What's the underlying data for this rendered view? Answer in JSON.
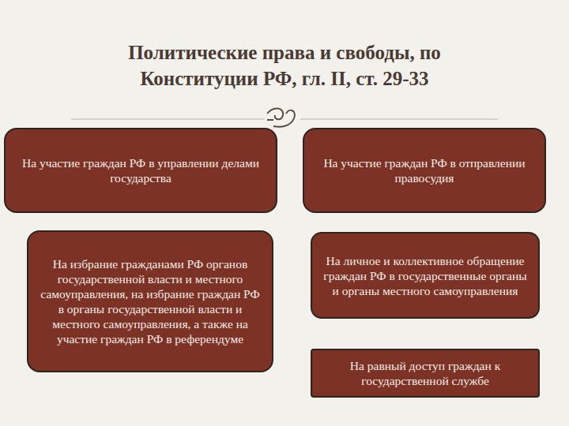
{
  "diagram": {
    "title": "Политические права и свободы, по Конституции РФ, гл. II, ст. 29-33",
    "nodes": [
      {
        "text": [
          "На участие граждан РФ в управлении делами государства"
        ]
      },
      {
        "text": [
          "На участие граждан РФ в отправлении правосудия"
        ]
      },
      {
        "text": [
          "На избрание гражданами РФ органов государственной власти и местного самоуправления, на избрание граждан РФ в органы государственной власти и местного самоуправления, а также на участие граждан РФ в референдуме"
        ]
      },
      {
        "text": [
          "На личное и коллективное обращение граждан РФ в государственные органы и органы местного самоуправления"
        ]
      },
      {
        "text": [
          "На равный доступ граждан к государственной службе"
        ]
      }
    ]
  }
}
